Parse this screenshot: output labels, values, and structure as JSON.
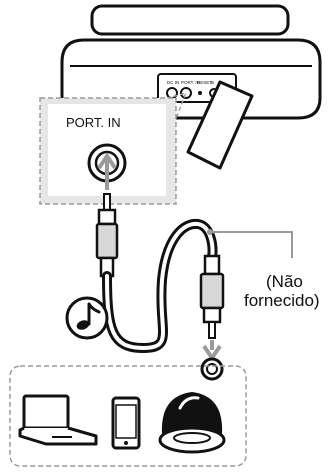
{
  "labels": {
    "port": "PORT. IN",
    "note_line1": "(Não",
    "note_line2": "fornecido)"
  },
  "panel_labels": [
    "DC IN",
    "PORT. IN",
    "RESET",
    "B"
  ],
  "devices": [
    "laptop-icon",
    "smartphone-icon",
    "mp3-player-icon"
  ],
  "colors": {
    "line": "#111111",
    "dashed": "#9a9a9a",
    "callout": "#e6e6e6",
    "plug_fill": "#d8d8d8"
  }
}
